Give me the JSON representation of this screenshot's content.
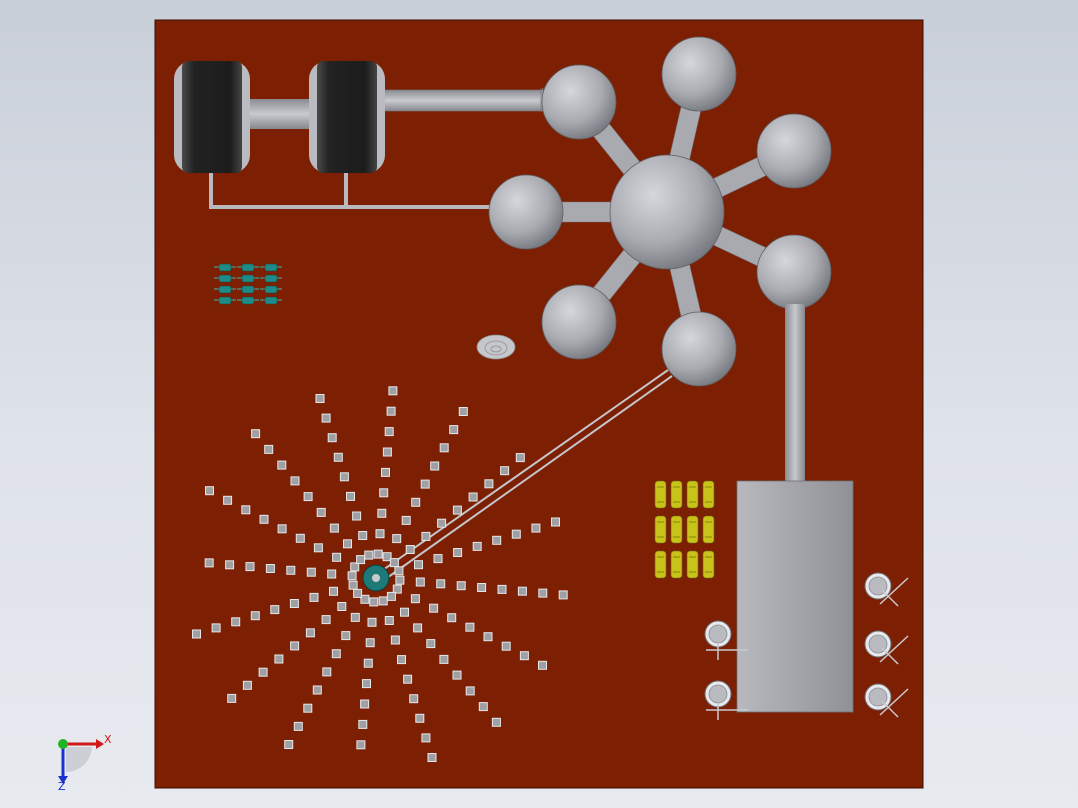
{
  "viewport": {
    "background_top": "#c9cfd9",
    "background_bottom": "#e7eaef"
  },
  "colors": {
    "board": "#7d1f02",
    "board_edge": "#3a0c00",
    "metal_light": "#c9cacf",
    "metal_mid": "#a4a6ad",
    "metal_dark": "#6e7078",
    "rubber": "#1f1f1f",
    "resistor_teal": "#1f8a86",
    "capacitor_yellow": "#c8c21a",
    "pad_gray": "#9ea0a4",
    "hub_teal": "#1e7a78"
  },
  "scene": {
    "wheels": [
      "wheel-left",
      "wheel-right"
    ],
    "sphere_cluster": {
      "outer_count": 7
    },
    "resistor_array": {
      "rows": 4,
      "cols": 3
    },
    "capacitor_array": {
      "rows": 3,
      "cols": 4
    },
    "radial_pads": {
      "rays": 16
    },
    "valves_left": 2,
    "valves_right": 3
  },
  "axis_triad": {
    "x_label": "X",
    "z_label": "Z",
    "x_color": "#d01818",
    "y_color": "#22b422",
    "z_color": "#1a2fd0"
  }
}
